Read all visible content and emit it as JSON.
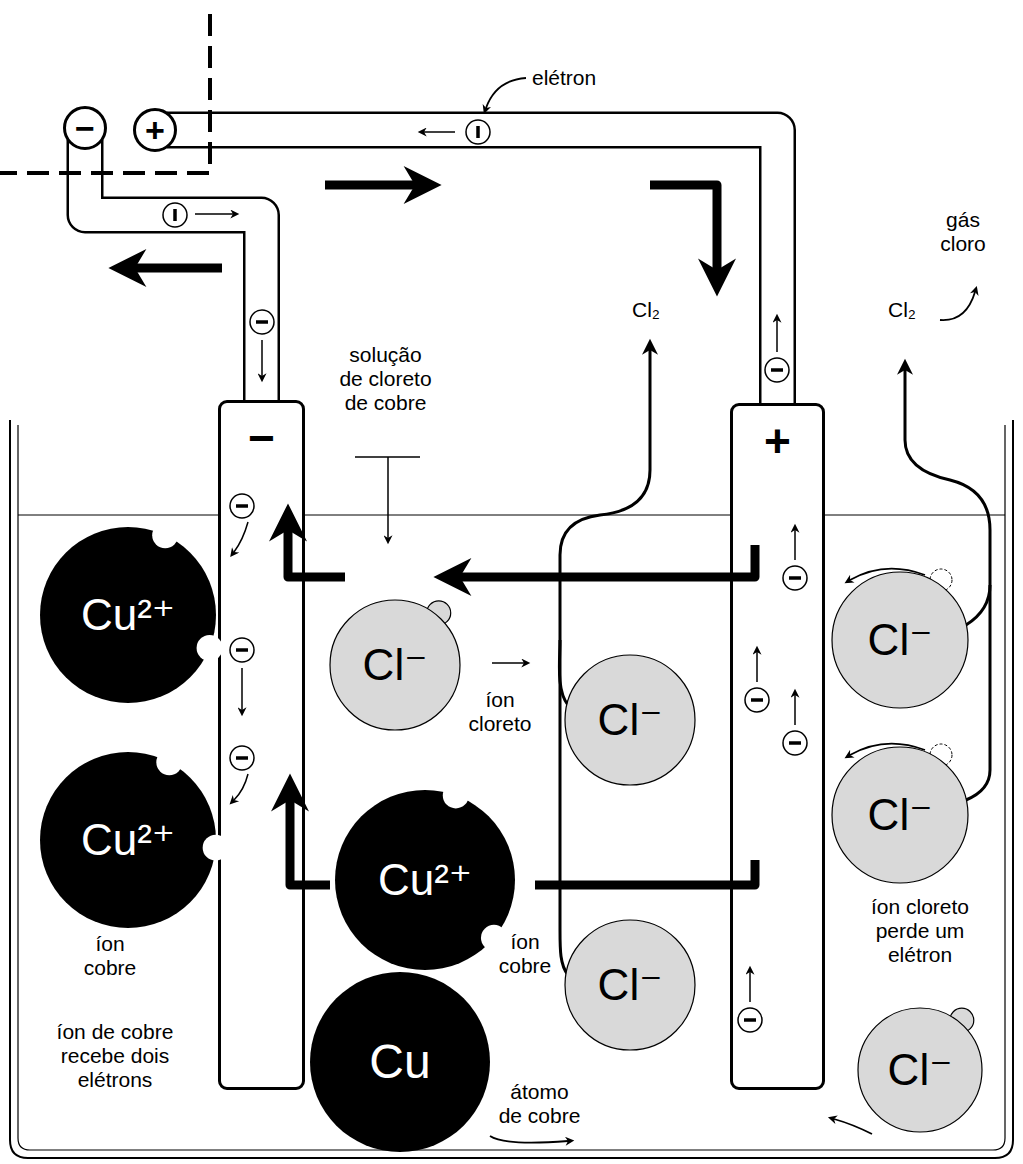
{
  "diagram": {
    "nodes": [
      {
        "text": [
          "−"
        ]
      },
      {
        "text": [
          "+"
        ]
      },
      {
        "text": [
          "−"
        ]
      },
      {
        "text": [
          "+"
        ]
      },
      {
        "text": [
          "Cu²⁺"
        ]
      },
      {
        "text": [
          "Cl⁻"
        ]
      },
      {
        "text": [
          "Cl⁻"
        ]
      },
      {
        "text": [
          "Cl⁻"
        ]
      },
      {
        "text": [
          "Cu²⁺"
        ]
      },
      {
        "text": [
          "Cl⁻"
        ]
      },
      {
        "text": [
          "Cu²⁺"
        ]
      },
      {
        "text": [
          "Cl⁻"
        ]
      },
      {
        "text": [
          "Cu"
        ]
      },
      {
        "text": [
          "Cl⁻"
        ]
      }
    ],
    "edges": [
      {
        "from": 0,
        "to": 2,
        "arrow": "none"
      },
      {
        "from": 1,
        "to": 3,
        "arrow": "none"
      }
    ],
    "labels": [
      "elétron",
      "gás cloro",
      "Cl₂",
      "Cl₂",
      "solução de cloreto de cobre",
      "íon cloreto",
      "íon cobre",
      "íon cobre",
      "íon de cobre recebe dois elétrons",
      "átomo de cobre",
      "íon cloreto perde um elétron"
    ]
  }
}
